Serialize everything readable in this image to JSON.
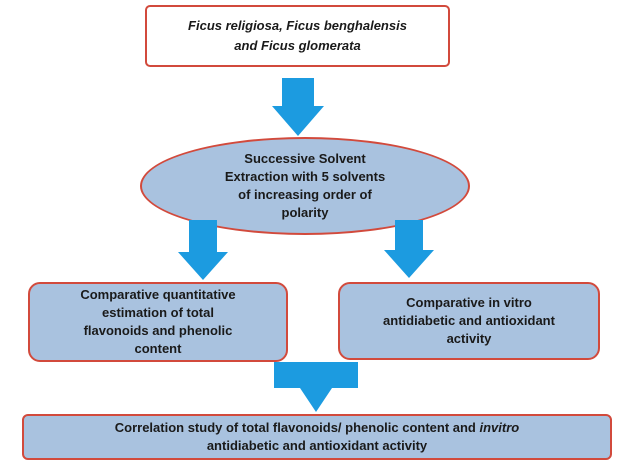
{
  "colors": {
    "arrow_fill": "#1c9be0",
    "box_fill": "#a9c2df",
    "box_border": "#d24a3c",
    "top_box_fill": "#ffffff"
  },
  "top_box": {
    "line1": "Ficus religiosa, Ficus benghalensis",
    "line2": "and Ficus glomerata"
  },
  "extraction": {
    "line1": "Successive Solvent",
    "line2": "Extraction with 5 solvents",
    "line3": "of increasing order of",
    "line4": "polarity"
  },
  "left_box": {
    "line1": "Comparative quantitative",
    "line2": "estimation of total",
    "line3": "flavonoids and phenolic",
    "line4": "content"
  },
  "right_box": {
    "line1": "Comparative in vitro",
    "line2": "antidiabetic and antioxidant",
    "line3": "activity"
  },
  "bottom_box": {
    "line1_part1": "Correlation study of total flavonoids/  phenolic content and ",
    "line1_italic": "invitro",
    "line2": "antidiabetic and antioxidant activity"
  }
}
